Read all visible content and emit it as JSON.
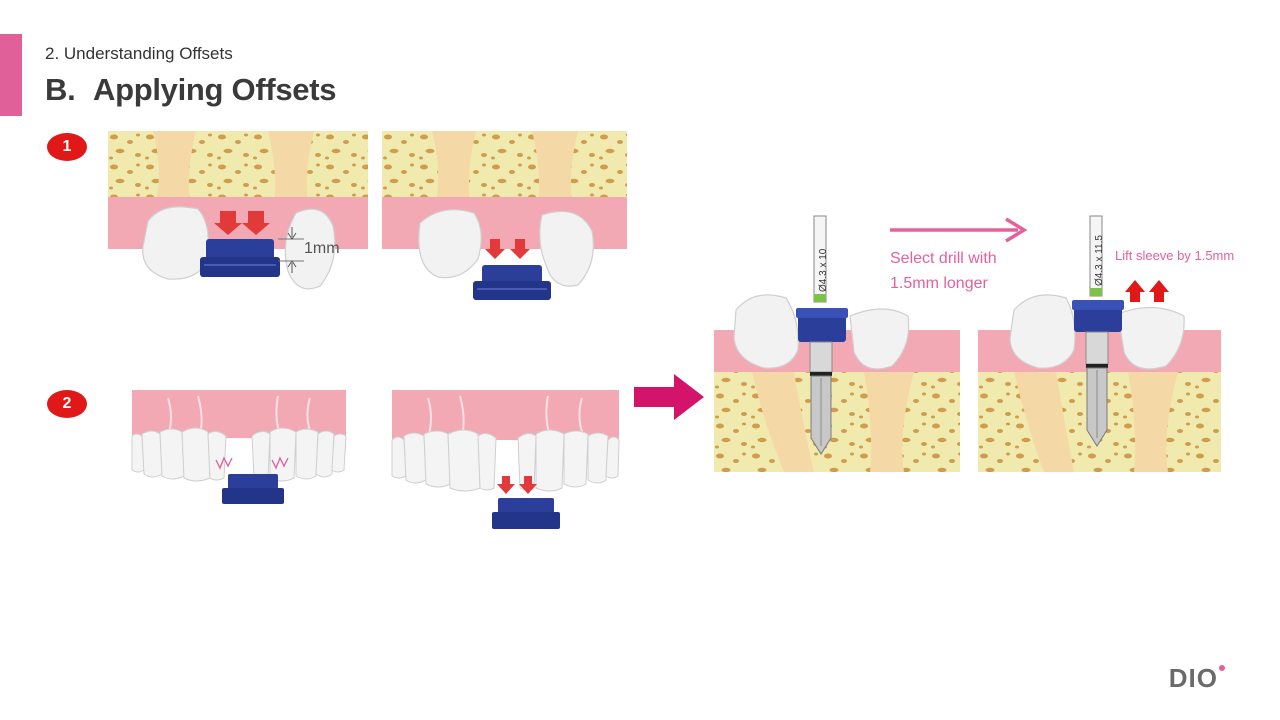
{
  "header": {
    "section": "2. Understanding  Offsets",
    "title_letter": "B.",
    "title_text": "Applying Offsets"
  },
  "steps": {
    "step1": "1",
    "step2": "2"
  },
  "annotations": {
    "offset_1mm": "1mm",
    "select_drill_line1": "Select drill with",
    "select_drill_line2": "1.5mm longer",
    "drill_label_a": "Ø4.3 x 10",
    "drill_label_b": "Ø4.3 x 11.5",
    "lift_sleeve": "Lift sleeve by 1.5mm"
  },
  "brand": {
    "logo": "DIO"
  },
  "colors": {
    "accent": "#e0609a",
    "badge": "#e01818",
    "arrow": "#d4146a",
    "sleeve": "#2a3e9a",
    "gum": "#f2a9b4",
    "bone": "#f1eaae"
  }
}
